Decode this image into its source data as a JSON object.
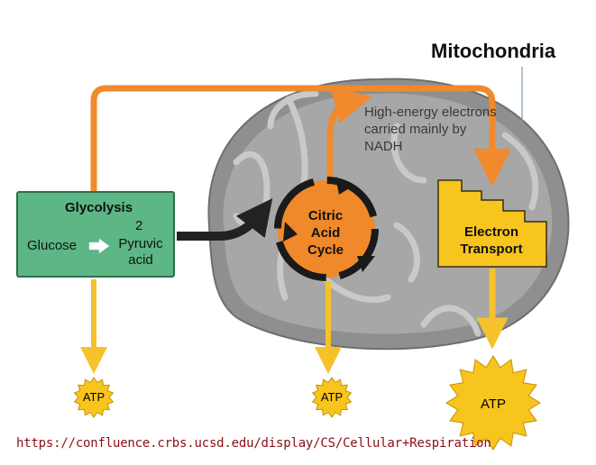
{
  "title": "Mitochondria",
  "nadh_note": "High-energy electrons carried mainly by NADH",
  "glycolysis": {
    "title": "Glycolysis",
    "input": "Glucose",
    "output_count": "2",
    "output": "Pyruvic acid"
  },
  "citric_acid_cycle": {
    "label": "Citric Acid Cycle"
  },
  "electron_transport": {
    "label": "Electron Transport"
  },
  "atp": {
    "glycolysis": "ATP",
    "cycle": "ATP",
    "electron_transport": "ATP"
  },
  "source_url": "https://confluence.crbs.ucsd.edu/display/CS/Cellular+Respiration",
  "colors": {
    "orange_arrow": "#f08a2c",
    "yellow_arrow": "#f5c22b",
    "glycolysis_box": "#5cb685",
    "cycle_fill": "#f0892a",
    "electron_box": "#f8c51e",
    "atp_burst": "#f8c51e",
    "mitochondria": "#8c8c8c",
    "url_text": "#8a0f16"
  }
}
